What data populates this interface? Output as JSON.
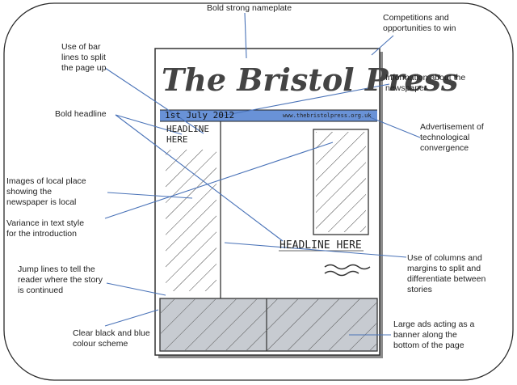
{
  "newspaper": {
    "nameplate": "The Bristol Press",
    "date": "1st July 2012",
    "website": "www.thebristolpress.org.uk",
    "headline_left": "HEADLINE\nHERE",
    "headline_center": "HEADLINE HERE"
  },
  "callouts": {
    "nameplate": "Bold strong nameplate",
    "competitions": "Competitions and\nopportunities to win",
    "bar_lines": "Use of bar\nlines to split\nthe page up",
    "information": "Information about the\nnewspaper",
    "bold_headline": "Bold headline",
    "advertisement": "Advertisement of\ntechnological\nconvergence",
    "local_images": "Images of local place\nshowing the\nnewspaper is local",
    "text_style": "Variance in text style\nfor the introduction",
    "columns": "Use of columns and\nmargins to split and\ndifferentiate between\nstories",
    "jump_lines": "Jump lines to tell the\nreader where the story\nis continued",
    "large_ads": "Large ads acting as a\nbanner along the\nbottom of the page",
    "colour_scheme": "Clear black and blue\ncolour scheme"
  },
  "colors": {
    "outline": "#2a2a2a",
    "leader": "#4a73b8",
    "banner_blue": "#4f7fd0",
    "ad_grey": "#c7cbd1"
  }
}
